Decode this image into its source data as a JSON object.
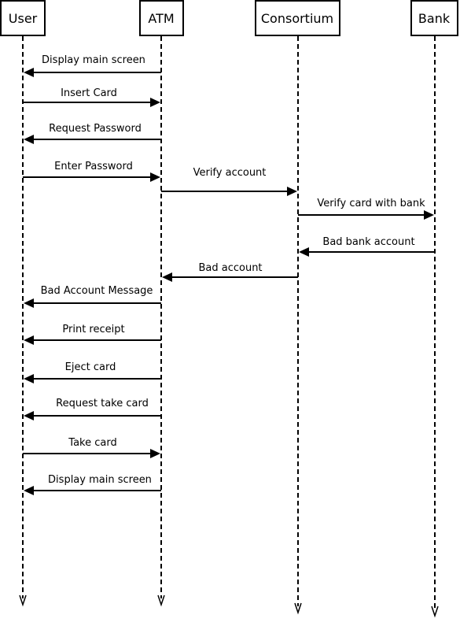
{
  "actors": [
    {
      "id": "user",
      "label": "User"
    },
    {
      "id": "atm",
      "label": "ATM"
    },
    {
      "id": "consortium",
      "label": "Consortium"
    },
    {
      "id": "bank",
      "label": "Bank"
    }
  ],
  "messages": [
    {
      "from": "atm",
      "to": "user",
      "label": "Display main screen"
    },
    {
      "from": "user",
      "to": "atm",
      "label": "Insert Card"
    },
    {
      "from": "atm",
      "to": "user",
      "label": "Request Password"
    },
    {
      "from": "user",
      "to": "atm",
      "label": "Enter Password"
    },
    {
      "from": "atm",
      "to": "consortium",
      "label": "Verify account"
    },
    {
      "from": "consortium",
      "to": "bank",
      "label": "Verify card with bank"
    },
    {
      "from": "bank",
      "to": "consortium",
      "label": "Bad bank account"
    },
    {
      "from": "consortium",
      "to": "atm",
      "label": "Bad account"
    },
    {
      "from": "atm",
      "to": "user",
      "label": "Bad Account Message"
    },
    {
      "from": "atm",
      "to": "user",
      "label": "Print receipt"
    },
    {
      "from": "atm",
      "to": "user",
      "label": "Eject card"
    },
    {
      "from": "atm",
      "to": "user",
      "label": "Request take card"
    },
    {
      "from": "user",
      "to": "atm",
      "label": "Take card"
    },
    {
      "from": "atm",
      "to": "user",
      "label": "Display main screen"
    }
  ]
}
